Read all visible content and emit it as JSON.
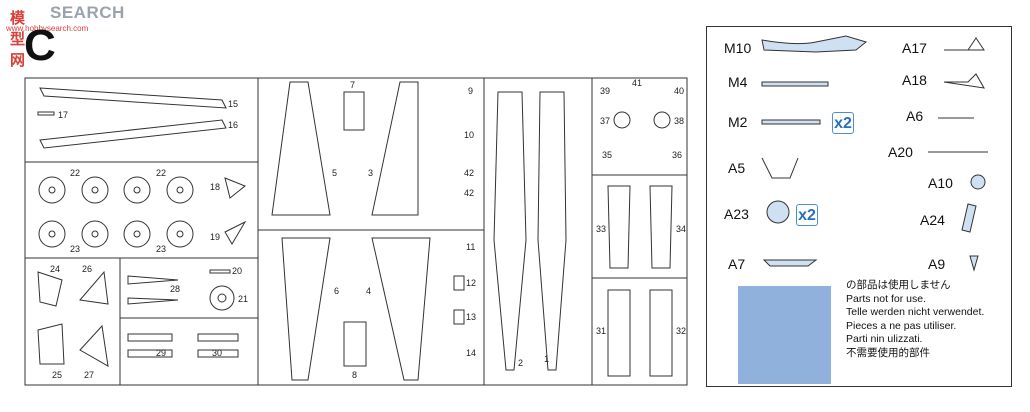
{
  "watermark": {
    "title": "SEARCH",
    "cn": "模型网",
    "url": "www.hobbysearch.com"
  },
  "sheet": {
    "letter": "C",
    "part_numbers": [
      "15",
      "16",
      "17",
      "22",
      "22",
      "23",
      "23",
      "18",
      "19",
      "24",
      "26",
      "25",
      "27",
      "20",
      "28",
      "21",
      "29",
      "30",
      "7",
      "9",
      "5",
      "3",
      "10",
      "42",
      "42",
      "6",
      "4",
      "11",
      "12",
      "13",
      "8",
      "14",
      "2",
      "1",
      "39",
      "41",
      "40",
      "37",
      "38",
      "35",
      "36",
      "33",
      "34",
      "31",
      "32"
    ]
  },
  "legend": {
    "items": [
      {
        "label": "M10"
      },
      {
        "label": "A17"
      },
      {
        "label": "M4"
      },
      {
        "label": "A18"
      },
      {
        "label": "M2",
        "multiplier": "x2"
      },
      {
        "label": "A6"
      },
      {
        "label": "A20"
      },
      {
        "label": "A5"
      },
      {
        "label": "A10"
      },
      {
        "label": "A23",
        "multiplier": "x2"
      },
      {
        "label": "A24"
      },
      {
        "label": "A7"
      },
      {
        "label": "A9"
      }
    ],
    "swatch_color": "#8fb1dc",
    "notes": [
      "の部品は使用しません",
      "Parts not for use.",
      "Telle werden nicht verwendet.",
      "Pieces a ne pas utiliser.",
      "Parti nin ulizzati.",
      "不需要使用的部件"
    ]
  }
}
